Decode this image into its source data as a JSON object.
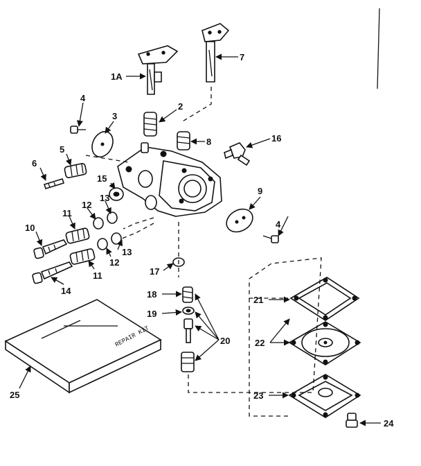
{
  "diagram": {
    "labels": {
      "p1a": "1A",
      "p2": "2",
      "p3": "3",
      "p4_top": "4",
      "p4_right": "4",
      "p5": "5",
      "p6": "6",
      "p7": "7",
      "p8": "8",
      "p9": "9",
      "p10": "10",
      "p11_top": "11",
      "p11_bottom": "11",
      "p12_top": "12",
      "p12_bottom": "12",
      "p13_top": "13",
      "p13_bottom": "13",
      "p14": "14",
      "p15": "15",
      "p16": "16",
      "p17": "17",
      "p18": "18",
      "p19": "19",
      "p20": "20",
      "p21": "21",
      "p22": "22",
      "p23": "23",
      "p24": "24",
      "p25": "25"
    },
    "repair_kit_text": "REPAIR KIT"
  }
}
